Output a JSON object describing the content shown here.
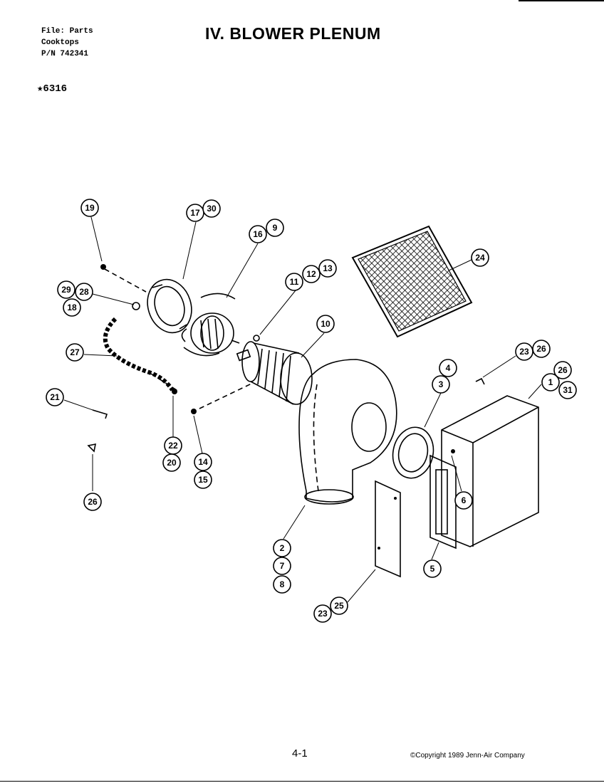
{
  "header": {
    "file_lines": [
      "File: Parts",
      "Cooktops",
      "P/N 742341"
    ],
    "title": "IV. BLOWER PLENUM",
    "model": "★6316"
  },
  "footer": {
    "page_number": "4-1",
    "copyright": "©Copyright 1989 Jenn-Air Company"
  },
  "callouts": [
    "19",
    "17",
    "30",
    "16",
    "9",
    "29",
    "28",
    "18",
    "11",
    "12",
    "13",
    "10",
    "24",
    "27",
    "23",
    "26",
    "4",
    "3",
    "1",
    "31",
    "21",
    "22",
    "20",
    "14",
    "15",
    "6",
    "2",
    "7",
    "8",
    "5",
    "25"
  ]
}
